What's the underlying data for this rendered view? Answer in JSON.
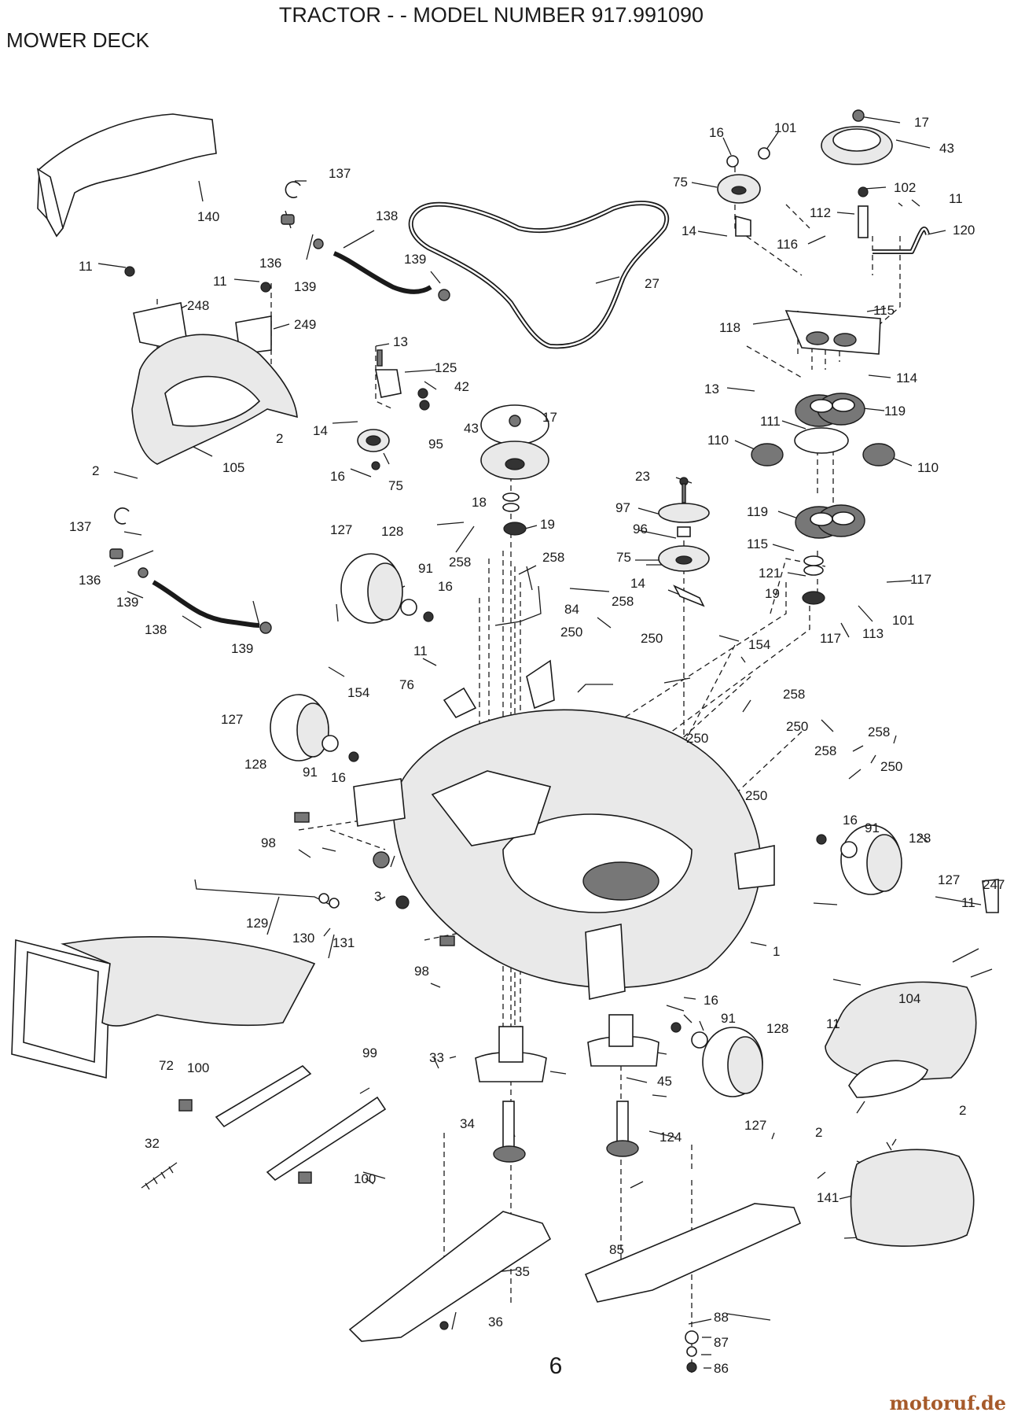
{
  "header": {
    "title": "TRACTOR - - MODEL NUMBER 917.991090",
    "section": "MOWER DECK"
  },
  "page_number": "6",
  "watermark": "motoruf.de",
  "callouts": [
    {
      "id": "c-17a",
      "text": "17"
    },
    {
      "id": "c-43a",
      "text": "43"
    },
    {
      "id": "c-16a",
      "text": "16"
    },
    {
      "id": "c-101a",
      "text": "101"
    },
    {
      "id": "c-75a",
      "text": "75"
    },
    {
      "id": "c-102",
      "text": "102"
    },
    {
      "id": "c-11a",
      "text": "11"
    },
    {
      "id": "c-112",
      "text": "112"
    },
    {
      "id": "c-120",
      "text": "120"
    },
    {
      "id": "c-14a",
      "text": "14"
    },
    {
      "id": "c-116",
      "text": "116"
    },
    {
      "id": "c-115a",
      "text": "115"
    },
    {
      "id": "c-118",
      "text": "118"
    },
    {
      "id": "c-114",
      "text": "114"
    },
    {
      "id": "c-13a",
      "text": "13"
    },
    {
      "id": "c-119a",
      "text": "119"
    },
    {
      "id": "c-111",
      "text": "111"
    },
    {
      "id": "c-110a",
      "text": "110"
    },
    {
      "id": "c-110b",
      "text": "110"
    },
    {
      "id": "c-119b",
      "text": "119"
    },
    {
      "id": "c-115b",
      "text": "115"
    },
    {
      "id": "c-117a",
      "text": "117"
    },
    {
      "id": "c-121",
      "text": "121"
    },
    {
      "id": "c-19a",
      "text": "19"
    },
    {
      "id": "c-101b",
      "text": "101"
    },
    {
      "id": "c-113",
      "text": "113"
    },
    {
      "id": "c-117b",
      "text": "117"
    },
    {
      "id": "c-140",
      "text": "140"
    },
    {
      "id": "c-137a",
      "text": "137"
    },
    {
      "id": "c-138a",
      "text": "138"
    },
    {
      "id": "c-136a",
      "text": "136"
    },
    {
      "id": "c-139a",
      "text": "139"
    },
    {
      "id": "c-139b",
      "text": "139"
    },
    {
      "id": "c-27",
      "text": "27"
    },
    {
      "id": "c-11b",
      "text": "11"
    },
    {
      "id": "c-248",
      "text": "248"
    },
    {
      "id": "c-11c",
      "text": "11"
    },
    {
      "id": "c-249",
      "text": "249"
    },
    {
      "id": "c-2a",
      "text": "2"
    },
    {
      "id": "c-2b",
      "text": "2"
    },
    {
      "id": "c-105",
      "text": "105"
    },
    {
      "id": "c-13b",
      "text": "13"
    },
    {
      "id": "c-125",
      "text": "125"
    },
    {
      "id": "c-42",
      "text": "42"
    },
    {
      "id": "c-14b",
      "text": "14"
    },
    {
      "id": "c-95",
      "text": "95"
    },
    {
      "id": "c-16b",
      "text": "16"
    },
    {
      "id": "c-75b",
      "text": "75"
    },
    {
      "id": "c-43b",
      "text": "43"
    },
    {
      "id": "c-17b",
      "text": "17"
    },
    {
      "id": "c-18",
      "text": "18"
    },
    {
      "id": "c-19b",
      "text": "19"
    },
    {
      "id": "c-23",
      "text": "23"
    },
    {
      "id": "c-97",
      "text": "97"
    },
    {
      "id": "c-96",
      "text": "96"
    },
    {
      "id": "c-75c",
      "text": "75"
    },
    {
      "id": "c-14c",
      "text": "14"
    },
    {
      "id": "c-137b",
      "text": "137"
    },
    {
      "id": "c-136b",
      "text": "136"
    },
    {
      "id": "c-139c",
      "text": "139"
    },
    {
      "id": "c-138b",
      "text": "138"
    },
    {
      "id": "c-139d",
      "text": "139"
    },
    {
      "id": "c-127a",
      "text": "127"
    },
    {
      "id": "c-128a",
      "text": "128"
    },
    {
      "id": "c-91a",
      "text": "91"
    },
    {
      "id": "c-16c",
      "text": "16"
    },
    {
      "id": "c-258a",
      "text": "258"
    },
    {
      "id": "c-258b",
      "text": "258"
    },
    {
      "id": "c-84",
      "text": "84"
    },
    {
      "id": "c-258c",
      "text": "258"
    },
    {
      "id": "c-250a",
      "text": "250"
    },
    {
      "id": "c-250b",
      "text": "250"
    },
    {
      "id": "c-11d",
      "text": "11"
    },
    {
      "id": "c-154a",
      "text": "154"
    },
    {
      "id": "c-76",
      "text": "76"
    },
    {
      "id": "c-154b",
      "text": "154"
    },
    {
      "id": "c-258d",
      "text": "258"
    },
    {
      "id": "c-250c",
      "text": "250"
    },
    {
      "id": "c-250d",
      "text": "250"
    },
    {
      "id": "c-258e",
      "text": "258"
    },
    {
      "id": "c-258f",
      "text": "258"
    },
    {
      "id": "c-250e",
      "text": "250"
    },
    {
      "id": "c-250f",
      "text": "250"
    },
    {
      "id": "c-127b",
      "text": "127"
    },
    {
      "id": "c-128b",
      "text": "128"
    },
    {
      "id": "c-91b",
      "text": "91"
    },
    {
      "id": "c-16d",
      "text": "16"
    },
    {
      "id": "c-98a",
      "text": "98"
    },
    {
      "id": "c-16e",
      "text": "16"
    },
    {
      "id": "c-91c",
      "text": "91"
    },
    {
      "id": "c-128c",
      "text": "128"
    },
    {
      "id": "c-127c",
      "text": "127"
    },
    {
      "id": "c-247",
      "text": "247"
    },
    {
      "id": "c-11e",
      "text": "11"
    },
    {
      "id": "c-3",
      "text": "3"
    },
    {
      "id": "c-129",
      "text": "129"
    },
    {
      "id": "c-130",
      "text": "130"
    },
    {
      "id": "c-131",
      "text": "131"
    },
    {
      "id": "c-1",
      "text": "1"
    },
    {
      "id": "c-98b",
      "text": "98"
    },
    {
      "id": "c-104",
      "text": "104"
    },
    {
      "id": "c-11f",
      "text": "11"
    },
    {
      "id": "c-72",
      "text": "72"
    },
    {
      "id": "c-16f",
      "text": "16"
    },
    {
      "id": "c-91d",
      "text": "91"
    },
    {
      "id": "c-128d",
      "text": "128"
    },
    {
      "id": "c-33",
      "text": "33"
    },
    {
      "id": "c-45",
      "text": "45"
    },
    {
      "id": "c-99",
      "text": "99"
    },
    {
      "id": "c-100a",
      "text": "100"
    },
    {
      "id": "c-127d",
      "text": "127"
    },
    {
      "id": "c-2c",
      "text": "2"
    },
    {
      "id": "c-2d",
      "text": "2"
    },
    {
      "id": "c-34",
      "text": "34"
    },
    {
      "id": "c-124",
      "text": "124"
    },
    {
      "id": "c-32",
      "text": "32"
    },
    {
      "id": "c-100b",
      "text": "100"
    },
    {
      "id": "c-141",
      "text": "141"
    },
    {
      "id": "c-85",
      "text": "85"
    },
    {
      "id": "c-35",
      "text": "35"
    },
    {
      "id": "c-88",
      "text": "88"
    },
    {
      "id": "c-36",
      "text": "36"
    },
    {
      "id": "c-87",
      "text": "87"
    },
    {
      "id": "c-86",
      "text": "86"
    }
  ]
}
